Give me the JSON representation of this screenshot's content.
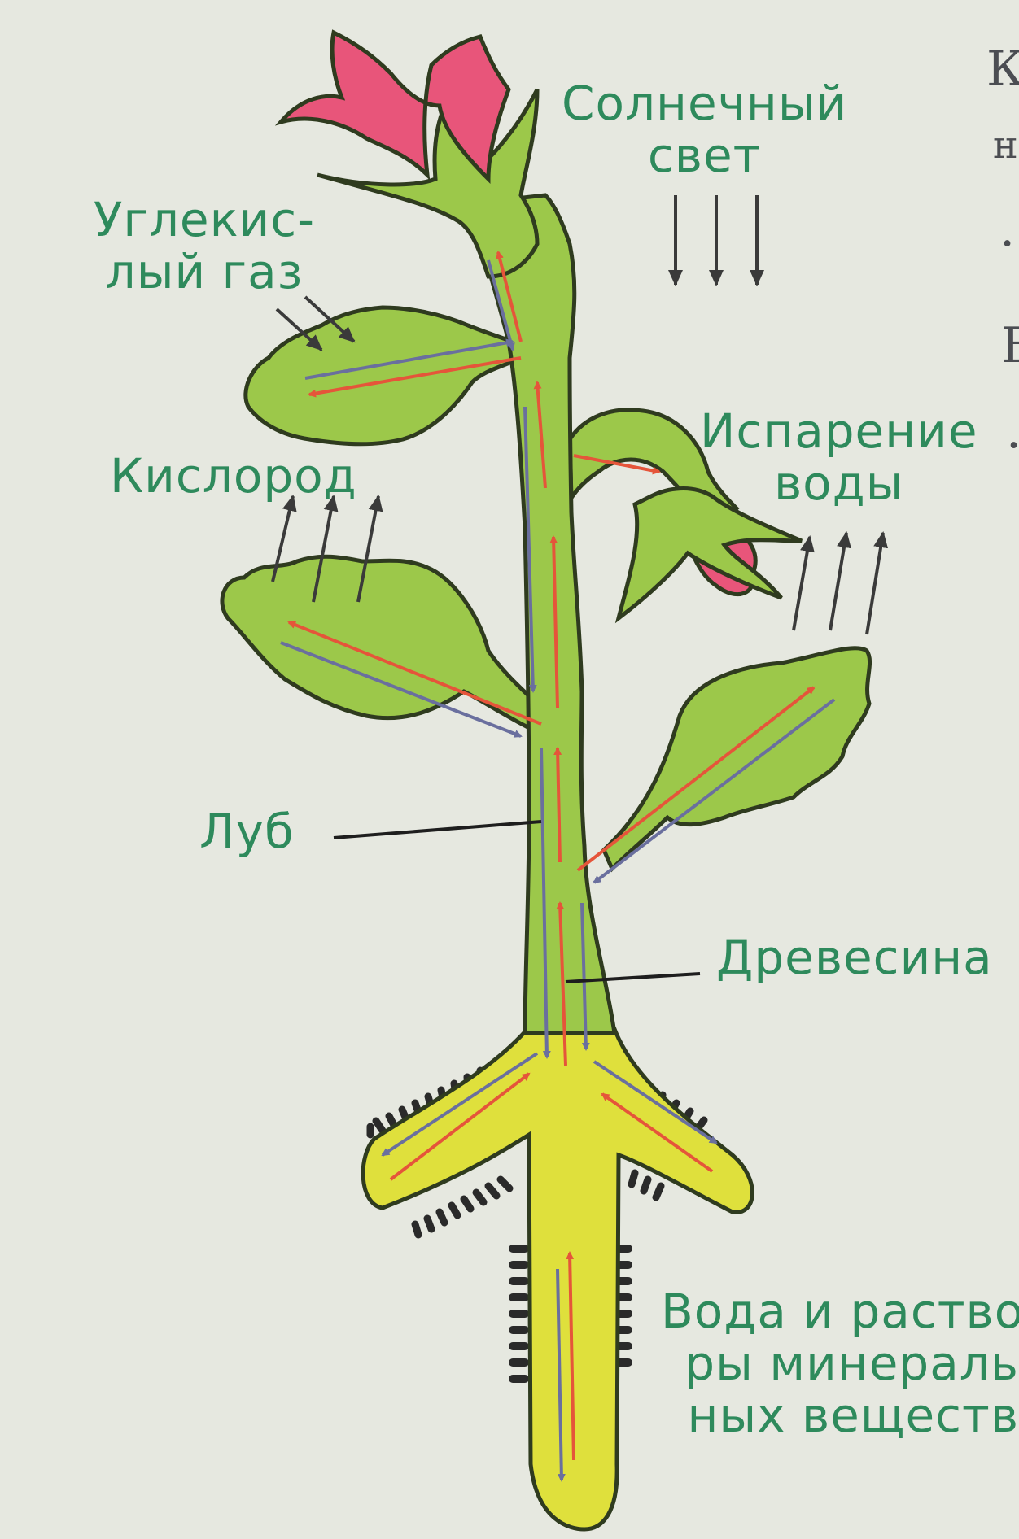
{
  "labels": {
    "sunlight": "Солнечный\nсвет",
    "co2": "Углекис-\nлый газ",
    "oxygen": "Кислород",
    "evaporation": "Испарение\nводы",
    "phloem": "Луб",
    "xylem": "Древесина",
    "water_minerals": "Вода и раство\nры минераль\nных веществ"
  },
  "edge_text": [
    "К",
    "н",
    ".",
    "В",
    "."
  ],
  "colors": {
    "background": "#e6e8e0",
    "label_text": "#2e8a5c",
    "stem_green": "#9cc84a",
    "root_yellow": "#dfe03c",
    "outline": "#2f3b1f",
    "flower_pink": "#e8557a",
    "arrow_red": "#e5553a",
    "arrow_blue": "#6a6f9e",
    "arrow_dark": "#3a3a3a"
  }
}
